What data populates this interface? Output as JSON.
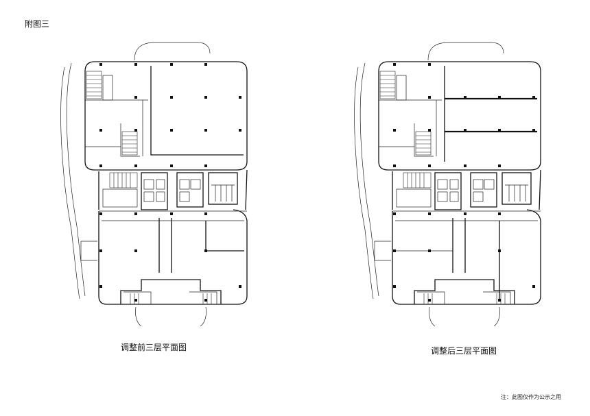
{
  "appendix_title": "附图三",
  "plan_before": {
    "caption": "调整前三层平面图"
  },
  "plan_after": {
    "caption": "调整后三层平面图"
  },
  "footnote": "注：此图仅作为公示之用"
}
